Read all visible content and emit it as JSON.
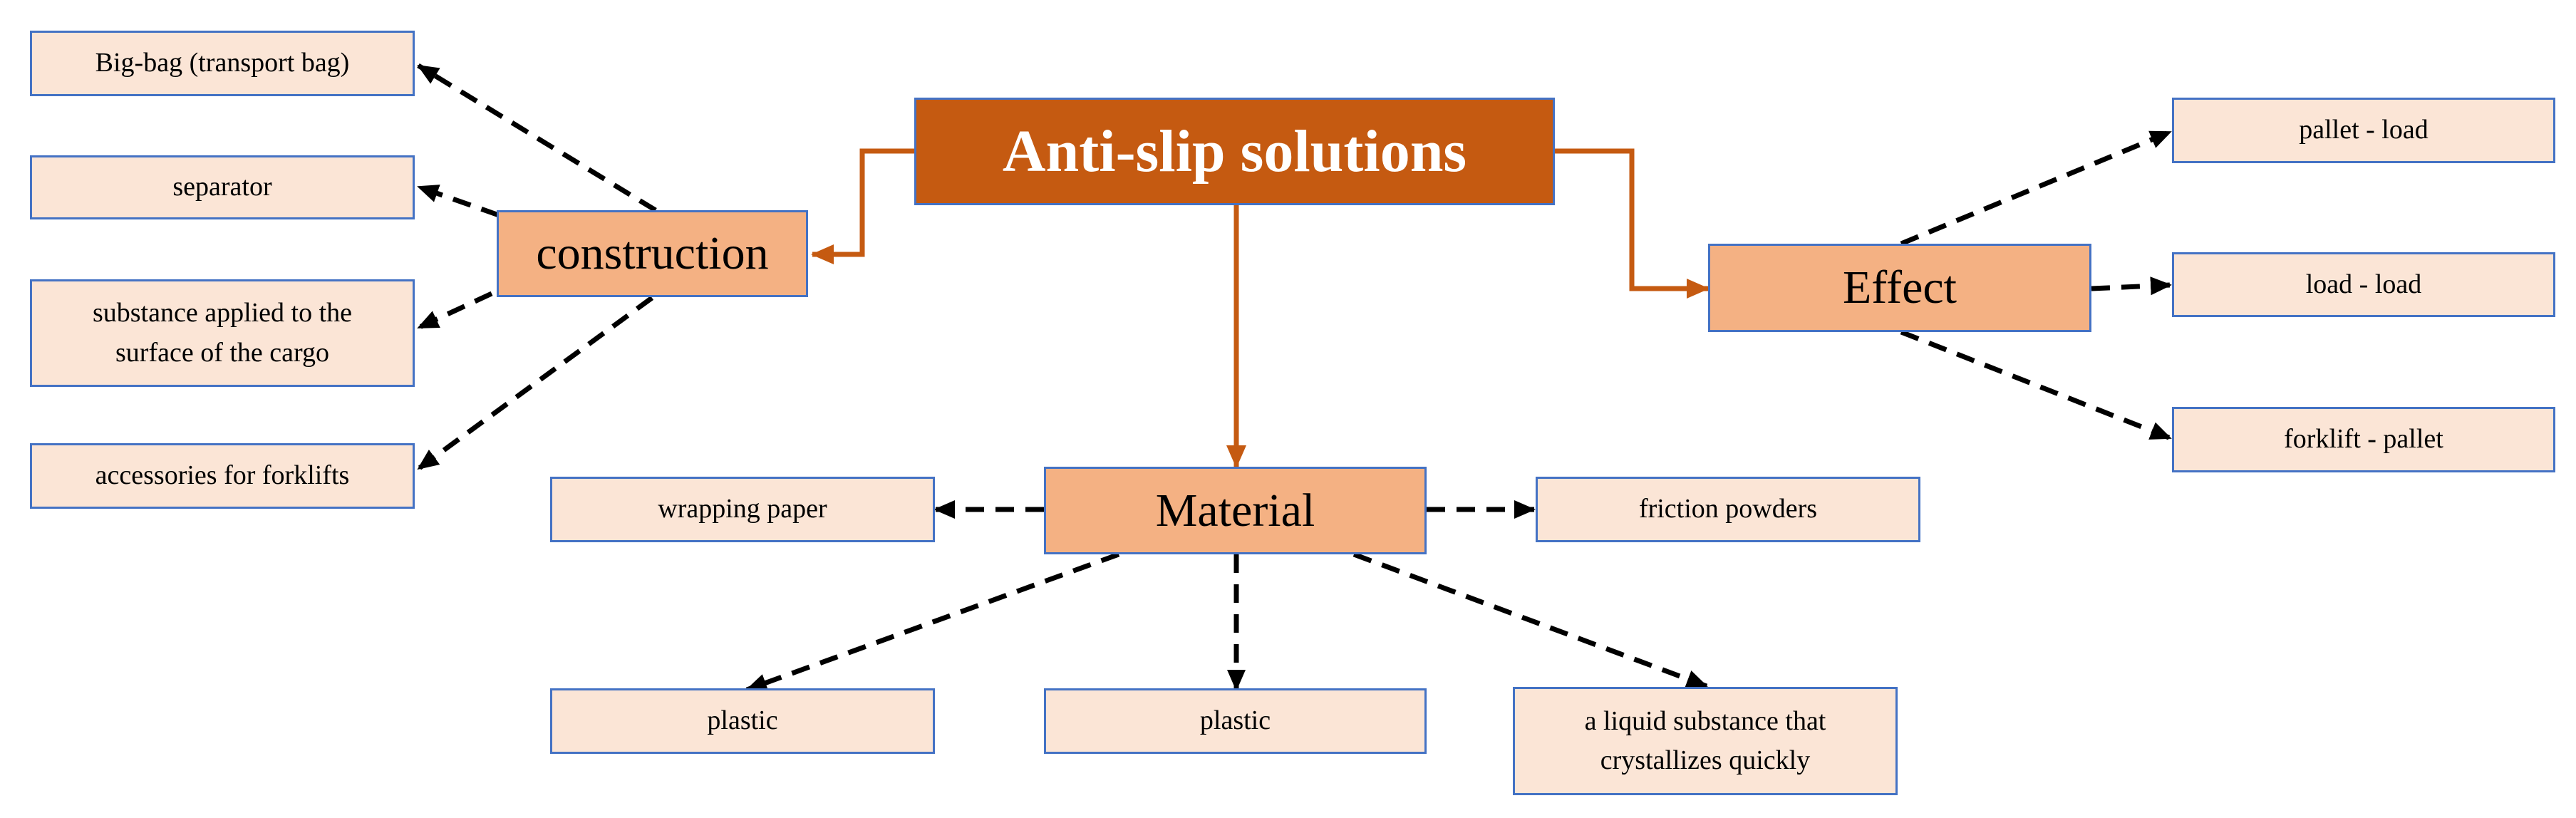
{
  "colors": {
    "root_fill": "#C55A11",
    "category_fill": "#F4B183",
    "leaf_fill": "#FBE5D6",
    "border": "#4472C4",
    "solid_arrow": "#C55A11",
    "dashed_arrow": "#000000"
  },
  "root": {
    "label": "Anti-slip solutions"
  },
  "categories": {
    "construction": {
      "label": "construction"
    },
    "material": {
      "label": "Material"
    },
    "effect": {
      "label": "Effect"
    }
  },
  "leaves": {
    "big_bag": "Big-bag (transport bag)",
    "separator": "separator",
    "substance_surface": "substance applied to the surface of the cargo",
    "forklift_accessories": "accessories for forklifts",
    "wrapping_paper": "wrapping paper",
    "friction_powders": "friction powders",
    "plastic_left": "plastic",
    "plastic_center": "plastic",
    "liquid_substance": "a liquid substance that crystallizes quickly",
    "pallet_load": "pallet - load",
    "load_load": "load - load",
    "forklift_pallet": "forklift - pallet"
  }
}
